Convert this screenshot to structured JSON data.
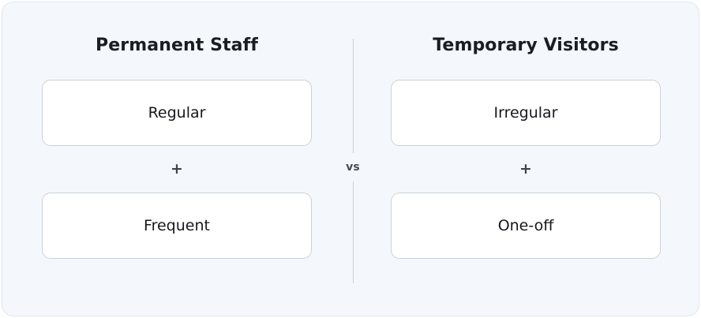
{
  "panel": {
    "background_color": "#f4f8fc",
    "border_color": "#dfe7ee"
  },
  "divider": {
    "vs_label": "vs",
    "line_color": "#c9d2da"
  },
  "columns": [
    {
      "title": "Permanent Staff",
      "cards": [
        {
          "label": "Regular"
        },
        {
          "label": "Frequent"
        }
      ],
      "separator": "+"
    },
    {
      "title": "Temporary Visitors",
      "cards": [
        {
          "label": "Irregular"
        },
        {
          "label": "One-off"
        }
      ],
      "separator": "+"
    }
  ],
  "style": {
    "card_background": "#ffffff",
    "card_border": "#c9d2da",
    "title_color": "#1a1d21",
    "label_color": "#15181c",
    "plus_color": "#3d444b",
    "vs_color": "#454c54"
  }
}
